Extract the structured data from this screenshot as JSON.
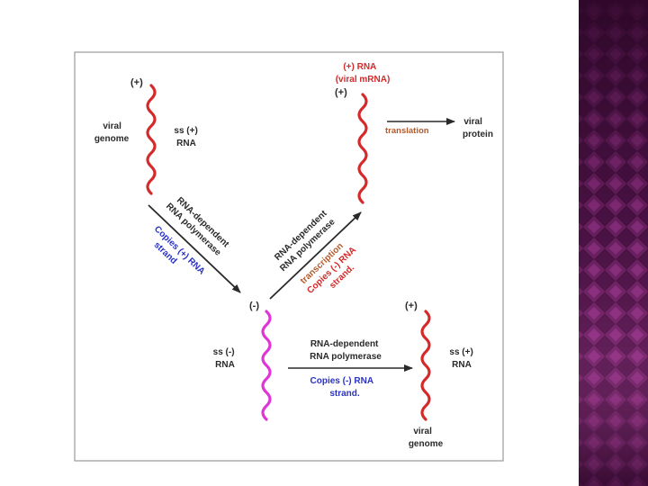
{
  "colors": {
    "black": "#2a2a2a",
    "red": "#d42a2a",
    "blue": "#2a33c4",
    "magenta": "#e034d6",
    "orange_label": "#b35a2a",
    "panel_dark": "#3a0a34",
    "panel_light": "#b8489f"
  },
  "top_left": {
    "sign": "(+)",
    "viral_genome": [
      "viral",
      "genome"
    ],
    "strand": [
      "ss (+)",
      "RNA"
    ]
  },
  "top_right": {
    "title": [
      "(+) RNA",
      "(viral mRNA)"
    ],
    "sign": "(+)",
    "translation": "translation",
    "viral_protein": [
      "viral",
      "protein"
    ]
  },
  "left_diagonal": {
    "enzyme": [
      "RNA-dependent",
      "RNA polymerase"
    ],
    "copies": [
      "Copies (+) RNA",
      "strand"
    ]
  },
  "right_diagonal": {
    "enzyme": [
      "RNA-dependent",
      "RNA polymerase"
    ],
    "transcription": [
      "transcription",
      "Copies (-) RNA",
      "strand."
    ]
  },
  "bottom_left": {
    "sign": "(-)",
    "strand": [
      "ss (-)",
      "RNA"
    ]
  },
  "bottom_middle": {
    "enzyme": [
      "RNA-dependent",
      "RNA polymerase"
    ],
    "copies": [
      "Copies (-) RNA",
      "strand."
    ]
  },
  "bottom_right": {
    "sign": "(+)",
    "strand": [
      "ss (+)",
      "RNA"
    ],
    "viral_genome": [
      "viral",
      "genome"
    ]
  }
}
